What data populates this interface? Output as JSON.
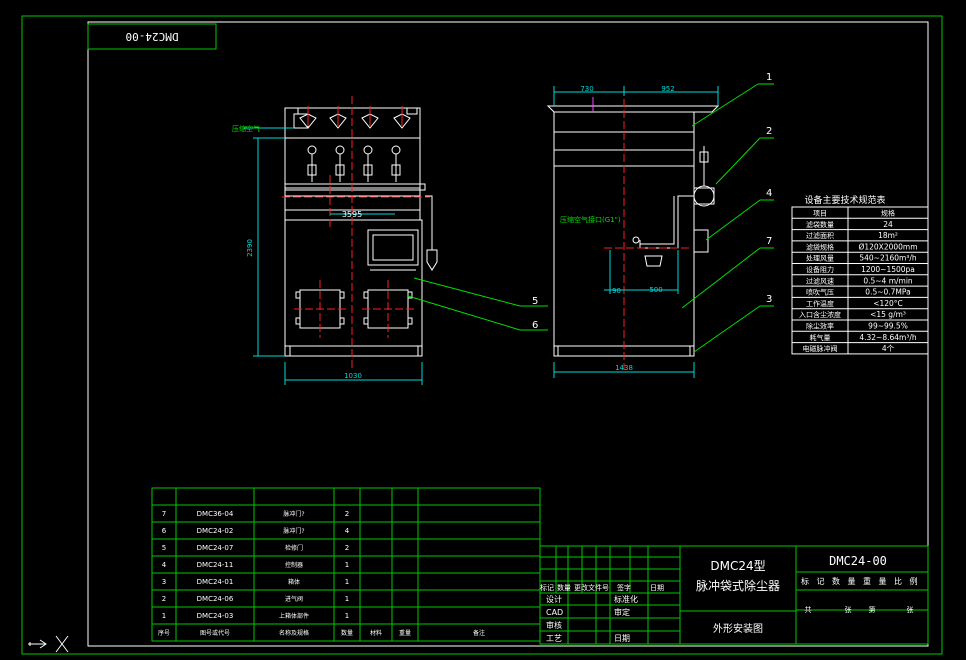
{
  "drawing_code_stamp": "DMC24-00",
  "title_block": {
    "model": "DMC24型",
    "product_name": "脉冲袋式除尘器",
    "drawing_title": "外形安装图",
    "drawing_number": "DMC24-00",
    "header_labels": [
      "标",
      "记",
      "数",
      "量",
      "重",
      "量",
      "比",
      "例"
    ],
    "sheet_labels": [
      "共",
      "张",
      "第",
      "张"
    ],
    "revision_header": [
      "标记",
      "数量",
      "更改文件号",
      "签字",
      "日期"
    ],
    "signoff_left": [
      "设计",
      "CAD",
      "审核",
      "工艺"
    ],
    "signoff_right": [
      "标准化",
      "审定",
      "日期"
    ]
  },
  "parts_list": {
    "columns": [
      "序号",
      "图号或代号",
      "名称及规格",
      "数量",
      "材料",
      "重量",
      "备注"
    ],
    "rows": [
      {
        "no": "7",
        "code": "DMC36-04",
        "name": "脉冲门?",
        "qty": "2"
      },
      {
        "no": "6",
        "code": "DMC24-02",
        "name": "脉冲门?",
        "qty": "4"
      },
      {
        "no": "5",
        "code": "DMC24-07",
        "name": "检修门",
        "qty": "2"
      },
      {
        "no": "4",
        "code": "DMC24-11",
        "name": "控制器",
        "qty": "1"
      },
      {
        "no": "3",
        "code": "DMC24-01",
        "name": "箱体",
        "qty": "1"
      },
      {
        "no": "2",
        "code": "DMC24-06",
        "name": "进气阀",
        "qty": "1"
      },
      {
        "no": "1",
        "code": "DMC24-03",
        "name": "上箱体部件",
        "qty": "1"
      }
    ]
  },
  "specs_table": {
    "title": "设备主要技术规范表",
    "columns": [
      "项目",
      "规格"
    ],
    "rows": [
      {
        "item": "滤袋数量",
        "value": "24"
      },
      {
        "item": "过滤面积",
        "value": "18m²"
      },
      {
        "item": "滤袋规格",
        "value": "Ø120X2000mm"
      },
      {
        "item": "处理风量",
        "value": "540~2160m³/h"
      },
      {
        "item": "设备阻力",
        "value": "1200~1500pa"
      },
      {
        "item": "过滤风速",
        "value": "0.5~4 m/min"
      },
      {
        "item": "喷吹气压",
        "value": "0.5~0.7MPa"
      },
      {
        "item": "工作温度",
        "value": "<120°C"
      },
      {
        "item": "入口含尘浓度",
        "value": "<15 g/m³"
      },
      {
        "item": "除尘效率",
        "value": "99~99.5%"
      },
      {
        "item": "耗气量",
        "value": "4.32~8.64m³/h"
      },
      {
        "item": "电磁脉冲阀",
        "value": "4个"
      }
    ]
  },
  "front_view": {
    "inlet_label": "压缩空气",
    "dim_height": "2390",
    "dim_mid": "3595",
    "dim_width": "1030"
  },
  "side_view": {
    "dim_top_left": "730",
    "dim_top_right": "952",
    "compressed_air_label": "压缩空气接口(G1\")",
    "dim_small": "90",
    "dim_mid": "500",
    "dim_width": "1438"
  },
  "callouts": [
    "1",
    "2",
    "4",
    "7",
    "3",
    "5",
    "6"
  ],
  "colors": {
    "frame": "#00c800",
    "geometry": "#ffffff",
    "centerline": "#ff2020",
    "text_green": "#00e000",
    "text_cyan": "#00d8d8",
    "accent_yellow": "#e0e000",
    "magenta": "#ff40ff"
  },
  "icons": [
    "ucs-axis-icon"
  ]
}
